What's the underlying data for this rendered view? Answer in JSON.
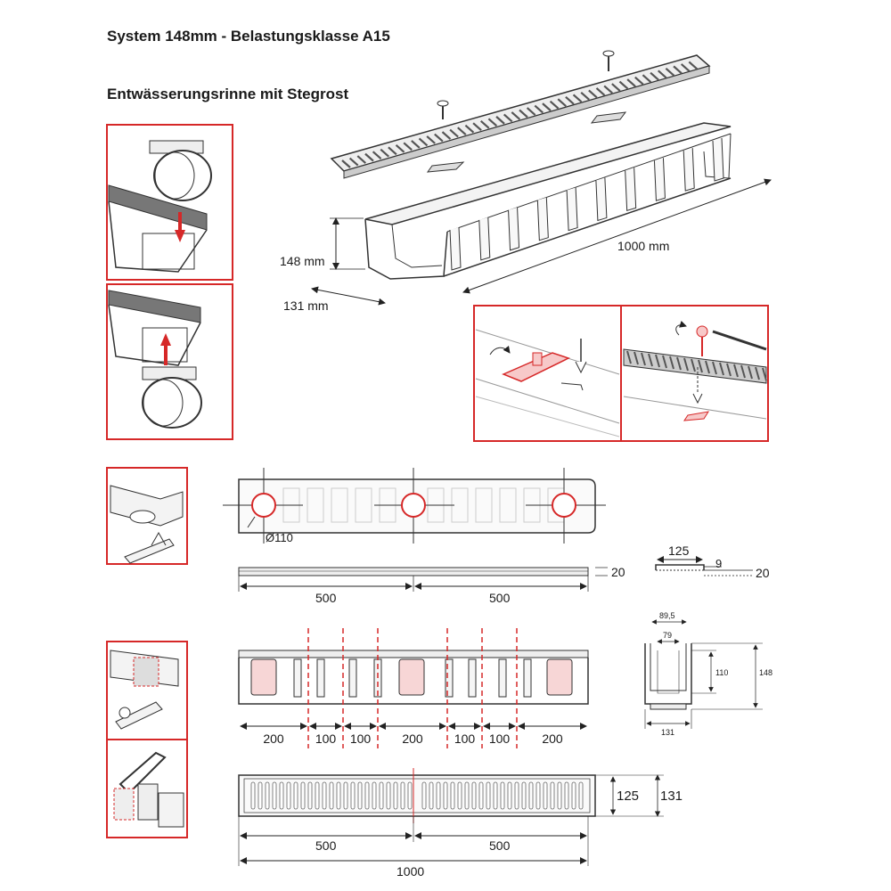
{
  "header": {
    "title": "System 148mm - Belastungsklasse A15",
    "subtitle": "Entwässerungsrinne mit Stegrost"
  },
  "iso_view": {
    "height_label": "148 mm",
    "width_label": "131 mm",
    "length_label": "1000 mm"
  },
  "top_view": {
    "hole_label": "Ø110"
  },
  "side_view": {
    "height_label": "20",
    "left_label": "500",
    "right_label": "500"
  },
  "grate_section": {
    "width_label": "125",
    "thickness_label": "9",
    "height_label": "20"
  },
  "channel_side": {
    "segments": [
      "200",
      "100",
      "100",
      "200",
      "100",
      "100",
      "200"
    ]
  },
  "cross_section": {
    "top_outer": "89,5",
    "top_inner": "79",
    "inner_height": "110",
    "total_height": "148",
    "bottom_width": "131"
  },
  "grate_top": {
    "inner_width": "125",
    "outer_width": "131",
    "left_label": "500",
    "right_label": "500",
    "total_label": "1000"
  },
  "colors": {
    "frame_red": "#d62828",
    "line": "#333333",
    "cut_red": "#d62828"
  }
}
